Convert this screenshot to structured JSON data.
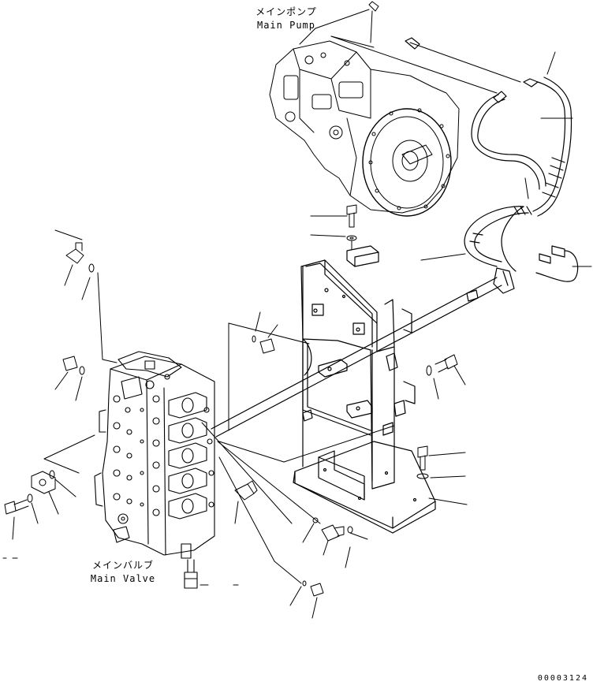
{
  "labels": {
    "main_pump_jp": "メインポンプ",
    "main_pump_en": "Main Pump",
    "main_valve_jp": "メインバルブ",
    "main_valve_en": "Main Valve"
  },
  "document_number": "00003124",
  "colors": {
    "line": "#000000",
    "background": "#ffffff"
  }
}
